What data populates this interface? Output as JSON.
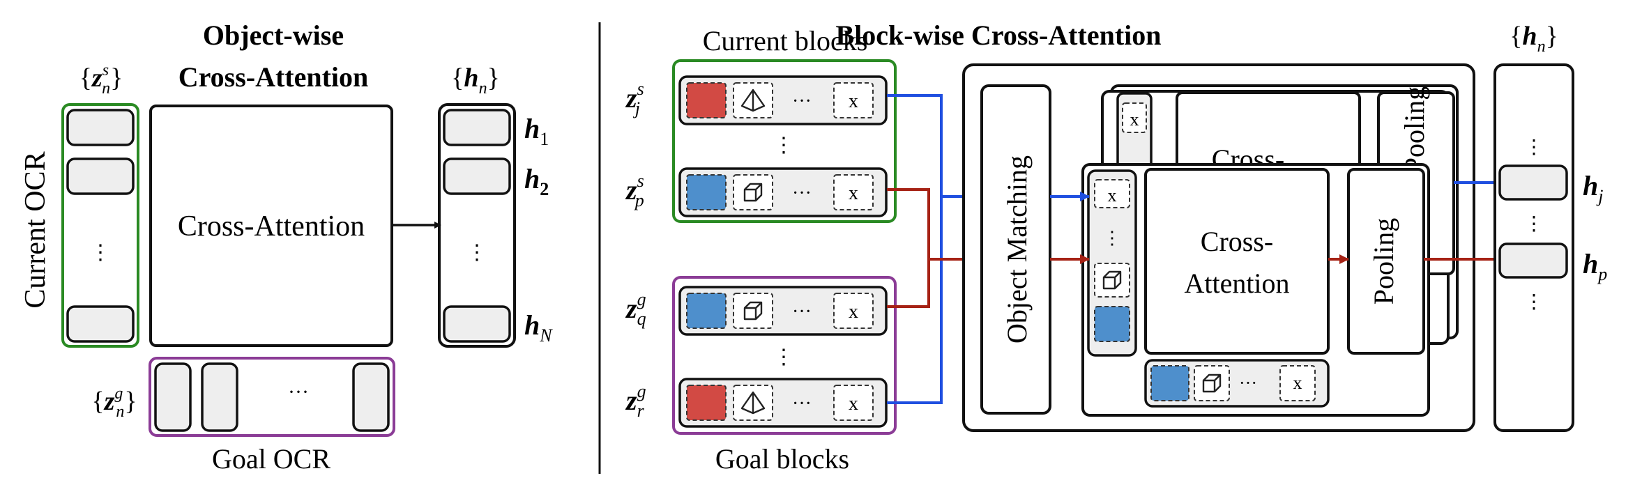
{
  "left": {
    "title_line1": "Object-wise",
    "title_line2": "Cross-Attention",
    "current_side_label": "Current OCR",
    "goal_label": "Goal OCR",
    "zs_label": {
      "base": "z",
      "sup": "s",
      "sub": "n"
    },
    "zg_label": {
      "base": "z",
      "sup": "g",
      "sub": "n"
    },
    "hn_label": {
      "base": "h",
      "sub": "n"
    },
    "cross_attention": "Cross-Attention",
    "dots": "⋮",
    "hdots": "···",
    "outputs": [
      {
        "base": "h",
        "sub": "1"
      },
      {
        "base": "h",
        "sub": "2"
      },
      {
        "base": "h",
        "sub": "N"
      }
    ]
  },
  "right": {
    "title": "Block-wise Cross-Attention",
    "current_blocks": "Current blocks",
    "goal_blocks": "Goal blocks",
    "hn_label": {
      "base": "h",
      "sub": "n"
    },
    "object_matching": "Object Matching",
    "cross_attention_line1": "Cross-",
    "cross_attention_line2": "Attention",
    "back_cross": "Cross-",
    "pooling": "Pooling",
    "dots": "⋮",
    "hdots": "···",
    "x_token": "x",
    "rows": [
      {
        "base": "z",
        "sup": "s",
        "sub": "j",
        "color": "red",
        "shape": "pyramid"
      },
      {
        "base": "z",
        "sup": "s",
        "sub": "p",
        "color": "blue",
        "shape": "cube"
      },
      {
        "base": "z",
        "sup": "g",
        "sub": "q",
        "color": "blue",
        "shape": "cube"
      },
      {
        "base": "z",
        "sup": "g",
        "sub": "r",
        "color": "red",
        "shape": "pyramid"
      }
    ],
    "outputs": [
      {
        "base": "h",
        "sub": "j"
      },
      {
        "base": "h",
        "sub": "p"
      }
    ]
  },
  "colors": {
    "green": "#2a8a23",
    "purple": "#8b3c96",
    "red_block": "#d24a44",
    "blue_block": "#4e8fcc",
    "blue_line": "#1f4fe0",
    "red_line": "#a62215",
    "slot_fill": "#eeeeee"
  }
}
